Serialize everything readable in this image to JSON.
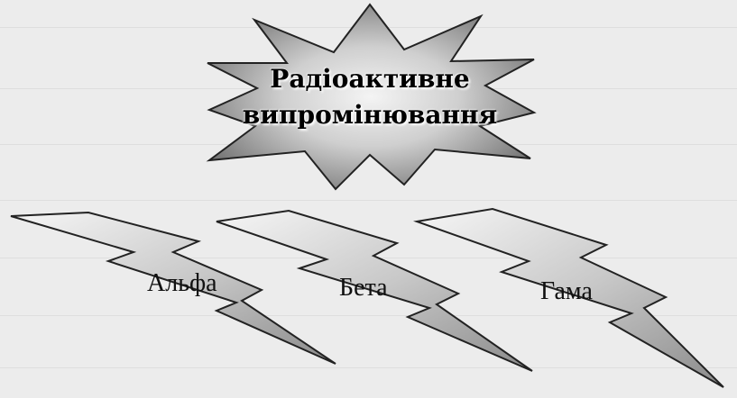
{
  "diagram": {
    "central_node": {
      "label_line1": "Радіоактивне",
      "label_line2": "випромінювання"
    },
    "branches": [
      {
        "label": "Альфа"
      },
      {
        "label": "Бета"
      },
      {
        "label": "Гама"
      }
    ]
  },
  "colors": {
    "shape_fill_light": "#f2f2f2",
    "shape_fill_dark": "#7a7a7a",
    "outline": "#222222",
    "background": "#ececec"
  }
}
